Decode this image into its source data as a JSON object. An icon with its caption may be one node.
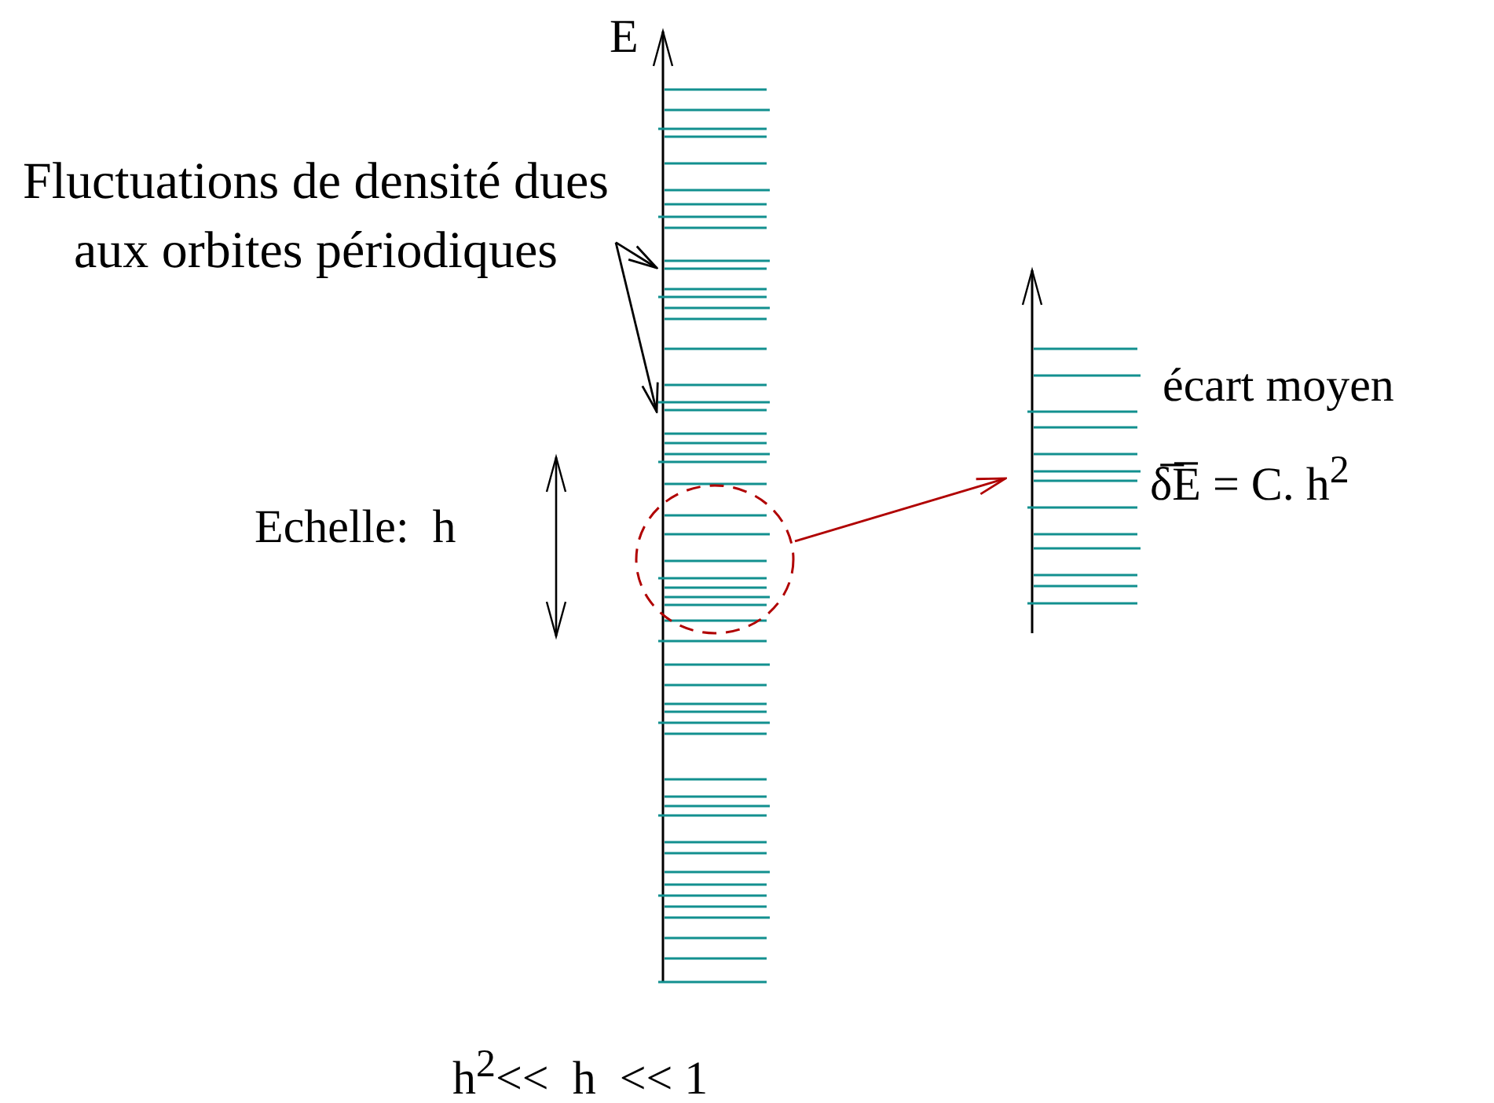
{
  "diagram": {
    "nodes": [
      {
        "text": [
          "Fluctuations de densité dues aux orbites périodiques"
        ]
      },
      {
        "text": [],
        "shape": "picture"
      },
      {
        "text": [],
        "shape": "circle"
      },
      {
        "text": [],
        "shape": "picture",
        "beside": [
          "écart moyen",
          "δ̅E̅ = C. h$^{2}$"
        ]
      }
    ],
    "edges": [
      {
        "from": 0,
        "to": 1,
        "arrow": "to"
      },
      {
        "from": 0,
        "to": 1,
        "arrow": "to"
      },
      {
        "from": 2,
        "to": 3,
        "arrow": "to",
        "color": "#b00000"
      }
    ],
    "labels": [
      "E",
      "Echelle:  h",
      "h$^{2}$<<  h  << 1"
    ]
  }
}
